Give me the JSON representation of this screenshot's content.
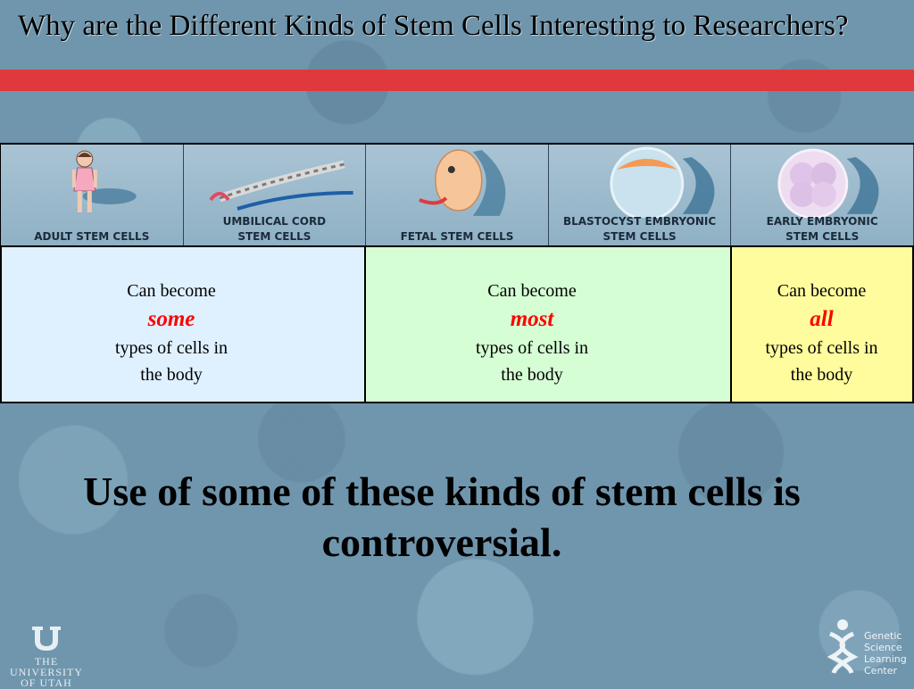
{
  "slide": {
    "title": "Why are the Different Kinds of Stem Cells Interesting to Researchers?"
  },
  "panels": [
    {
      "caption": "ADULT STEM CELLS"
    },
    {
      "caption": "UMBILICAL CORD\nSTEM CELLS"
    },
    {
      "caption": "FETAL STEM CELLS"
    },
    {
      "caption": "BLASTOCYST EMBRYONIC\nSTEM CELLS"
    },
    {
      "caption": "EARLY EMBRYONIC\nSTEM CELLS"
    }
  ],
  "boxes": [
    {
      "prefix": "Can become",
      "emphasis": "some",
      "suffix_1": "types of cells in",
      "suffix_2": "the body",
      "color": "#dff0ff"
    },
    {
      "prefix": "Can become",
      "emphasis": "most",
      "suffix_1": "types of cells in",
      "suffix_2": "the body",
      "color": "#d5fed4"
    },
    {
      "prefix": "Can become",
      "emphasis": "all",
      "suffix_1": "types of cells in",
      "suffix_2": "the body",
      "color": "#fffc9d"
    }
  ],
  "statement": "Use of some of these kinds of stem cells is controversial.",
  "logos": {
    "university_line1": "THE",
    "university_line2": "UNIVERSITY",
    "university_line3": "OF UTAH",
    "gslc_line1": "Genetic",
    "gslc_line2": "Science",
    "gslc_line3": "Learning",
    "gslc_line4": "Center"
  },
  "colors": {
    "title_bar": "#e0393d",
    "emphasis": "#ff0000",
    "background": "#6f96ad"
  }
}
